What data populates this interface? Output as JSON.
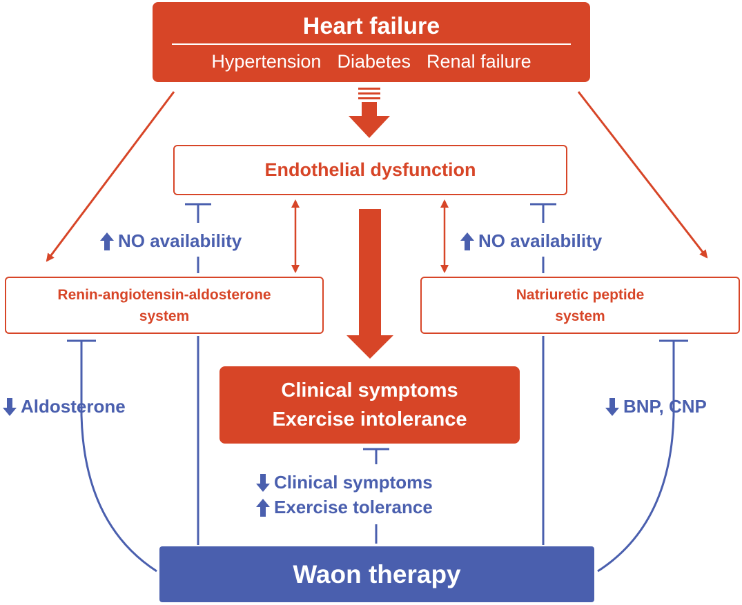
{
  "heart_failure": {
    "title": "Heart failure",
    "factors": [
      "Hypertension",
      "Diabetes",
      "Renal failure"
    ]
  },
  "endothelial": {
    "label": "Endothelial dysfunction"
  },
  "raas": {
    "line1": "Renin-angiotensin-aldosterone",
    "line2": "system"
  },
  "nps": {
    "line1": "Natriuretic peptide",
    "line2": "system"
  },
  "clinical": {
    "line1": "Clinical symptoms",
    "line2": "Exercise intolerance"
  },
  "waon": {
    "label": "Waon therapy"
  },
  "effects": {
    "no_left": "NO availability",
    "no_right": "NO availability",
    "aldosterone": "Aldosterone",
    "bnp_cnp": "BNP, CNP",
    "clinical_symptoms": "Clinical symptoms",
    "exercise_tolerance": "Exercise tolerance"
  },
  "colors": {
    "red": "#d74527",
    "blue": "#4a5fae"
  },
  "icons": {
    "increase": "up-arrow-icon",
    "decrease": "down-arrow-icon"
  }
}
